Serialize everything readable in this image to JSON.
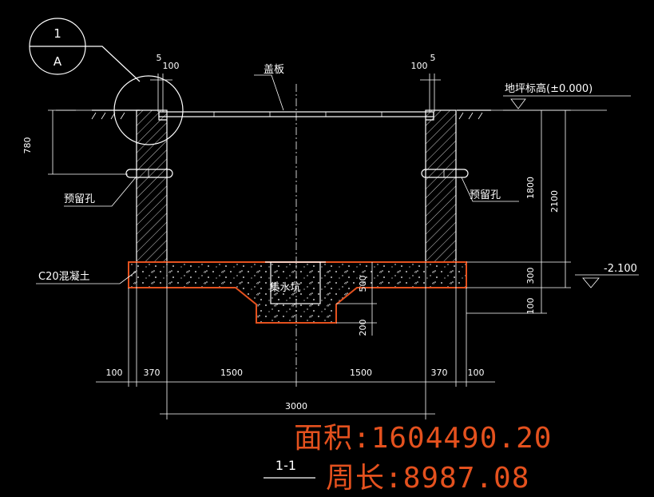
{
  "colors": {
    "background": "#000000",
    "line": "#ffffff",
    "highlight": "#e4511e"
  },
  "detail_marker": {
    "number": "1",
    "sheet": "A"
  },
  "labels": {
    "cover_plate": "盖板",
    "ground_level": "地坪标高(±0.000)",
    "reserved_hole_left": "预留孔",
    "reserved_hole_right": "预留孔",
    "concrete": "C20混凝土",
    "sump": "集水坑",
    "elevation": "-2.100",
    "section_name": "1-1"
  },
  "dimensions": {
    "top_left_5": "5",
    "top_left_100": "100",
    "top_right_100": "100",
    "top_right_5": "5",
    "left_780": "780",
    "right_1800": "1800",
    "right_2100": "2100",
    "right_300": "300",
    "right_100": "100",
    "sump_500": "500",
    "sump_200": "200",
    "bottom_chain": [
      "100",
      "370",
      "1500",
      "1500",
      "370",
      "100"
    ],
    "bottom_total": "3000"
  },
  "measurement": {
    "area_label": "面积:",
    "area_value": "1604490.20",
    "perimeter_label": "周长:",
    "perimeter_value": "8987.08"
  }
}
